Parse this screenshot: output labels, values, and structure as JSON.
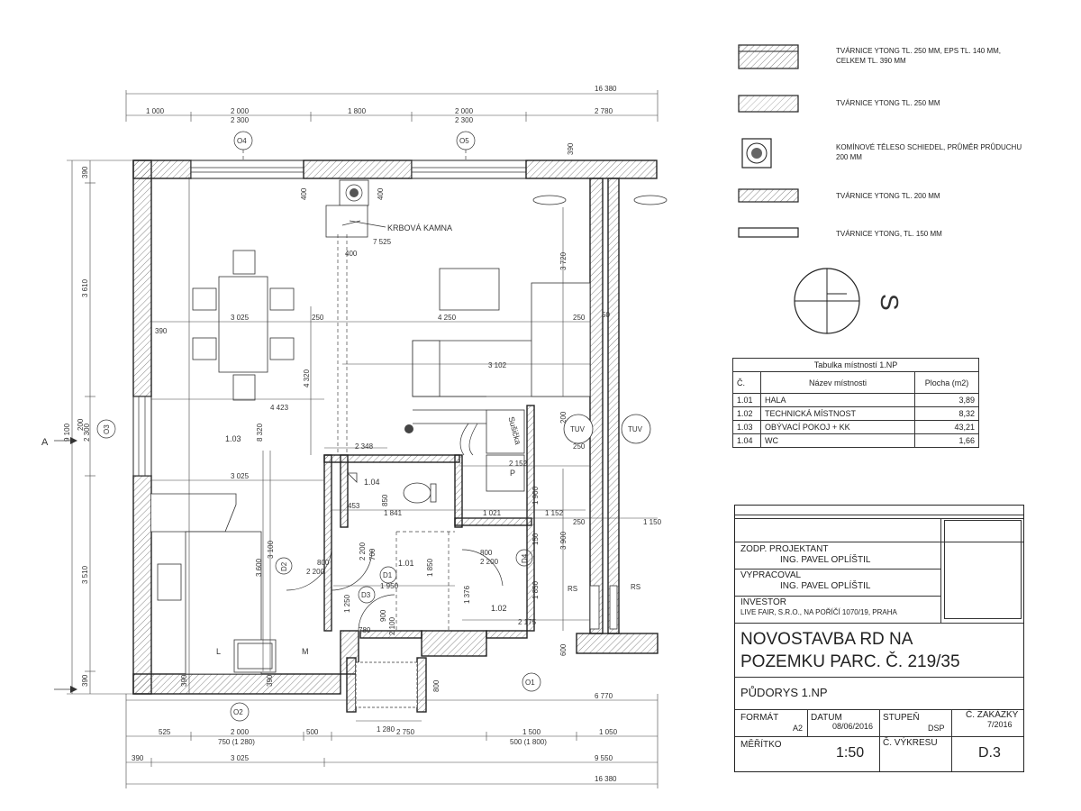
{
  "overall_dims": {
    "top_total": "16 380",
    "bottom_total": "16 380",
    "bottom_9550": "9 550",
    "bottom_8770": "6 770"
  },
  "top_dims": [
    "1 000",
    "2 000",
    "2 300",
    "1 800",
    "2 000",
    "2 300",
    "2 780"
  ],
  "bottom_dims": {
    "row1": [
      "525",
      "2 000",
      "500",
      "2 750",
      "1 500",
      "1 050"
    ],
    "row1b": [
      "750 (1 280)",
      "500 (1 800)"
    ],
    "row2": [
      "390",
      "3 025"
    ]
  },
  "left_dims": [
    "390",
    "3 610",
    "9 100",
    "200",
    "2 300",
    "3 510",
    "390"
  ],
  "interior_dims": [
    "400",
    "400",
    "7 525",
    "400",
    "3 720",
    "390",
    "390",
    "3 025",
    "250",
    "4 250",
    "250",
    "50",
    "3 102",
    "4 320",
    "8 320",
    "4 423",
    "2 348",
    "200",
    "250",
    "2 152",
    "3 025",
    "453",
    "850",
    "1 841",
    "1 021",
    "1 900",
    "1 152",
    "250",
    "3 900",
    "1 150",
    "150",
    "800",
    "2 200",
    "700",
    "2 200",
    "3 100",
    "3 600",
    "800",
    "2 200",
    "1 850",
    "1 950",
    "1 376",
    "1 850",
    "2 175",
    "1 250",
    "900",
    "2 100",
    "780",
    "390",
    "800",
    "1 280",
    "390",
    "600"
  ],
  "axes": [
    "O4",
    "O5",
    "O3",
    "O2",
    "O1"
  ],
  "doors": [
    "D1",
    "D2",
    "D3",
    "D4"
  ],
  "rooms_on_plan": [
    "1.03",
    "1.04",
    "1.01",
    "1.02"
  ],
  "annotations": {
    "fireplace": "KRBOVÁ KAMNA",
    "dryer": "Sušička",
    "boiler1": "TUV",
    "boiler2": "TUV",
    "rs1": "RS",
    "rs2": "RS",
    "p": "P",
    "l": "L",
    "m": "M",
    "section": "A"
  },
  "legend": [
    {
      "text": "TVÁRNICE YTONG TL. 250 MM, EPS TL. 140 MM, CELKEM TL. 390 MM"
    },
    {
      "text": "TVÁRNICE YTONG TL. 250 MM"
    },
    {
      "text": "KOMÍNOVÉ TĚLESO SCHIEDEL, PRŮMĚR PRŮDUCHU 200 MM"
    },
    {
      "text": "TVÁRNICE YTONG TL. 200 MM"
    },
    {
      "text": "TVÁRNICE YTONG, TL. 150 MM"
    }
  ],
  "north": "S",
  "rooms_table": {
    "caption": "Tabulka místností 1.NP",
    "headers": [
      "Č.",
      "Název místnosti",
      "Plocha (m2)"
    ],
    "rows": [
      [
        "1.01",
        "HALA",
        "3,89"
      ],
      [
        "1.02",
        "TECHNICKÁ MÍSTNOST",
        "8,32"
      ],
      [
        "1.03",
        "OBÝVACÍ POKOJ + KK",
        "43,21"
      ],
      [
        "1.04",
        "WC",
        "1,66"
      ]
    ]
  },
  "title_block": {
    "zodp_label": "ZODP. PROJEKTANT",
    "zodp_name": "ING. PAVEL OPLÍŠTIL",
    "vyprac_label": "VYPRACOVAL",
    "vyprac_name": "ING. PAVEL OPLÍŠTIL",
    "investor_label": "INVESTOR",
    "investor_name": "LIVE FAIR, S.R.O., NA POŘÍČÍ 1070/19, PRAHA",
    "project_line1": "NOVOSTAVBA RD NA",
    "project_line2": "POZEMKU PARC. Č. 219/35",
    "drawing_name": "PŮDORYS 1.NP",
    "format_label": "FORMÁT",
    "format_value": "A2",
    "date_label": "DATUM",
    "date_value": "08/06/2016",
    "stage_label": "STUPEŇ",
    "stage_value": "DSP",
    "order_label": "Č. ZAKÁZKY",
    "order_value": "7/2016",
    "scale_label": "MĚŘÍTKO",
    "scale_value": "1:50",
    "drawing_no_label": "Č. VÝKRESU",
    "drawing_no_value": "D.3"
  }
}
